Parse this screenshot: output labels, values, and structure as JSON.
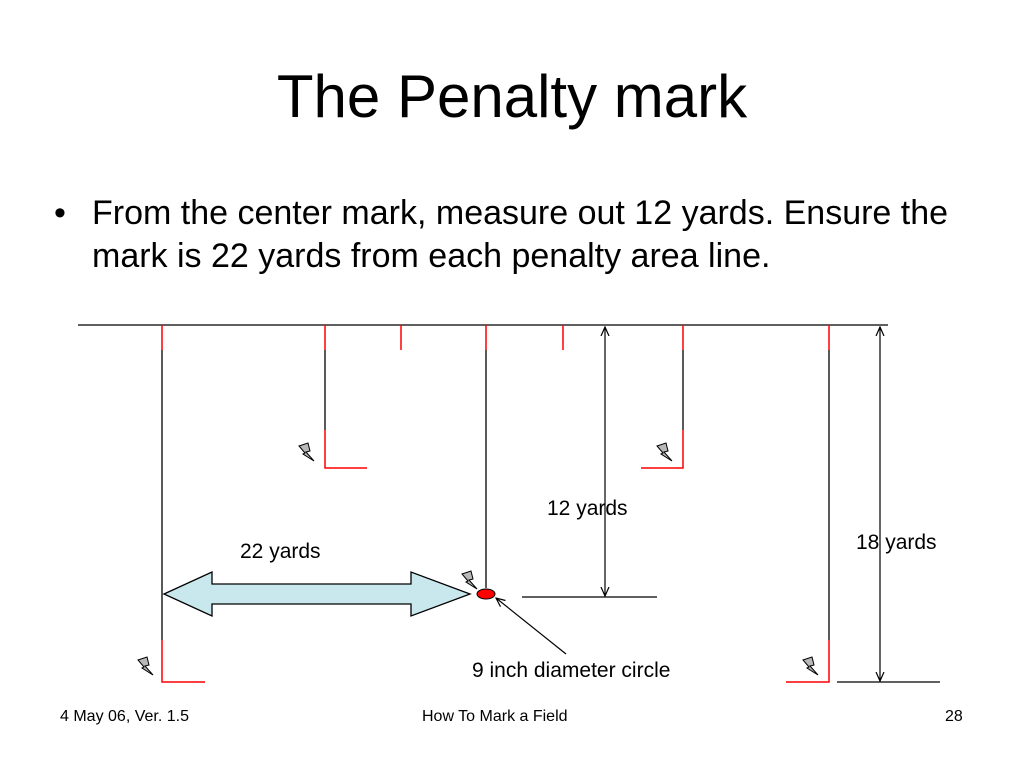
{
  "slide": {
    "title": "The Penalty mark",
    "bullet_symbol": "•",
    "bullet_text": "From the center mark, measure out 12 yards. Ensure the mark is 22 yards from each penalty area line."
  },
  "diagram": {
    "label_12": "12 yards",
    "label_22": "22 yards",
    "label_18": "18 yards",
    "label_circle": "9 inch diameter circle",
    "colors": {
      "line": "#000000",
      "red_mark": "#ff0000",
      "arrow_fill": "#c9e8ee",
      "flag": "#b8b8b8"
    },
    "icons": [
      "flag-icon",
      "flag-icon",
      "flag-icon",
      "flag-icon",
      "flag-icon"
    ]
  },
  "footer": {
    "left": "4 May 06, Ver. 1.5",
    "center": "How To Mark a Field",
    "right": "28"
  }
}
